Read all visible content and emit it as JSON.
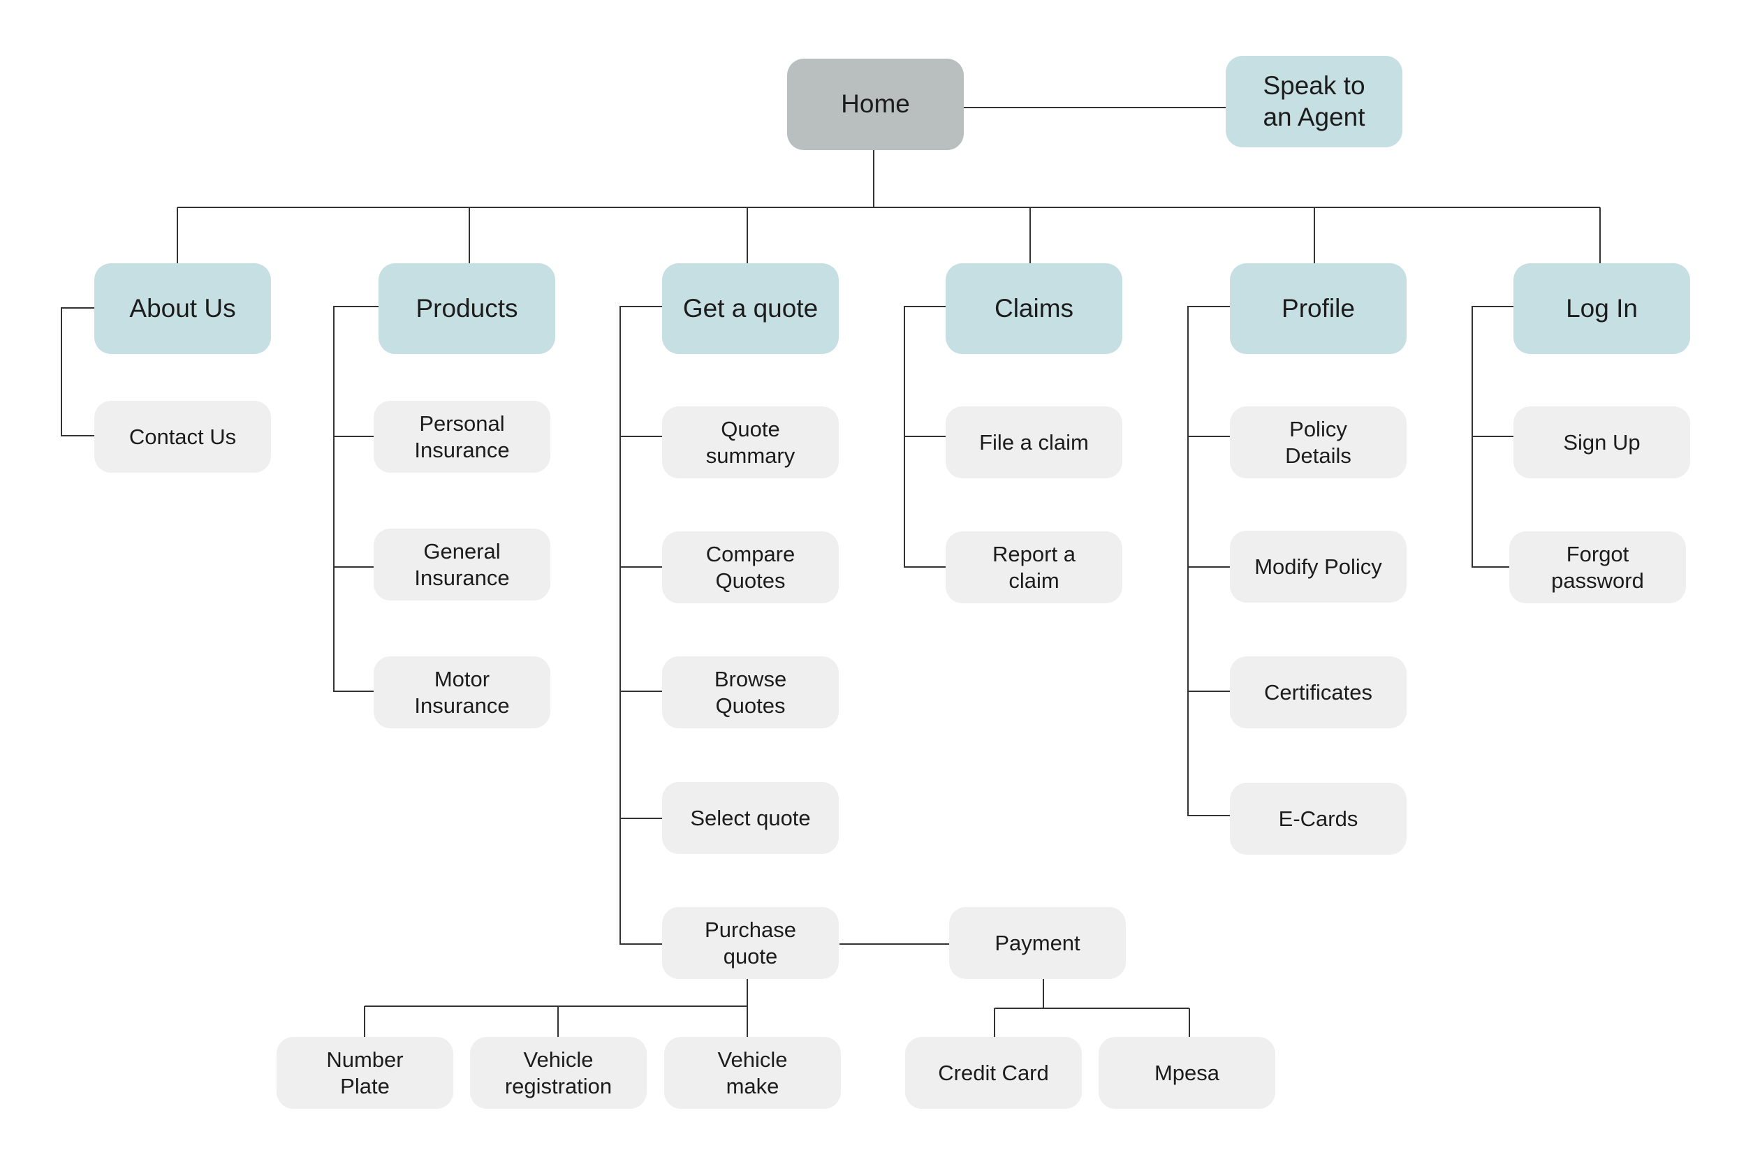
{
  "diagram": {
    "type": "sitemap",
    "colors": {
      "root": "#b9bfbf",
      "primary": "#c5dfe2",
      "secondary": "#efefef",
      "line": "#333333",
      "text": "#1c1c1c"
    },
    "nodes": {
      "home": "Home",
      "speak_agent": "Speak to\nan Agent",
      "about_us": "About Us",
      "products": "Products",
      "get_quote": "Get a quote",
      "claims": "Claims",
      "profile": "Profile",
      "log_in": "Log In",
      "contact_us": "Contact Us",
      "personal_insurance": "Personal\nInsurance",
      "general_insurance": "General\nInsurance",
      "motor_insurance": "Motor\nInsurance",
      "quote_summary": "Quote\nsummary",
      "compare_quotes": "Compare\nQuotes",
      "browse_quotes": "Browse\nQuotes",
      "select_quote": "Select quote",
      "purchase_quote": "Purchase\nquote",
      "payment": "Payment",
      "number_plate": "Number\nPlate",
      "vehicle_registration": "Vehicle\nregistration",
      "vehicle_make": "Vehicle\nmake",
      "credit_card": "Credit Card",
      "mpesa": "Mpesa",
      "file_claim": "File a claim",
      "report_claim": "Report a\nclaim",
      "policy_details": "Policy\nDetails",
      "modify_policy": "Modify Policy",
      "certificates": "Certificates",
      "e_cards": "E-Cards",
      "sign_up": "Sign Up",
      "forgot_password": "Forgot\npassword"
    },
    "edges": [
      [
        "home",
        "speak_agent"
      ],
      [
        "home",
        "about_us"
      ],
      [
        "home",
        "products"
      ],
      [
        "home",
        "get_quote"
      ],
      [
        "home",
        "claims"
      ],
      [
        "home",
        "profile"
      ],
      [
        "home",
        "log_in"
      ],
      [
        "about_us",
        "contact_us"
      ],
      [
        "products",
        "personal_insurance"
      ],
      [
        "products",
        "general_insurance"
      ],
      [
        "products",
        "motor_insurance"
      ],
      [
        "get_quote",
        "quote_summary"
      ],
      [
        "get_quote",
        "compare_quotes"
      ],
      [
        "get_quote",
        "browse_quotes"
      ],
      [
        "get_quote",
        "select_quote"
      ],
      [
        "get_quote",
        "purchase_quote"
      ],
      [
        "purchase_quote",
        "payment"
      ],
      [
        "purchase_quote",
        "number_plate"
      ],
      [
        "purchase_quote",
        "vehicle_registration"
      ],
      [
        "purchase_quote",
        "vehicle_make"
      ],
      [
        "payment",
        "credit_card"
      ],
      [
        "payment",
        "mpesa"
      ],
      [
        "claims",
        "file_claim"
      ],
      [
        "claims",
        "report_claim"
      ],
      [
        "profile",
        "policy_details"
      ],
      [
        "profile",
        "modify_policy"
      ],
      [
        "profile",
        "certificates"
      ],
      [
        "profile",
        "e_cards"
      ],
      [
        "log_in",
        "sign_up"
      ],
      [
        "log_in",
        "forgot_password"
      ]
    ]
  }
}
